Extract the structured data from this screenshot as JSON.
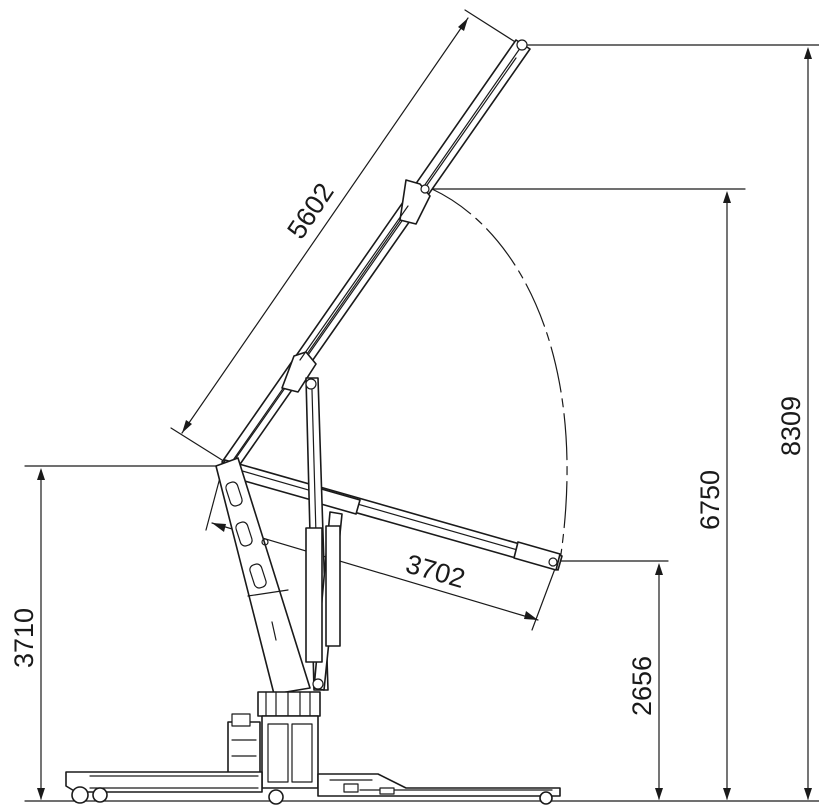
{
  "diagram": {
    "dimensions": {
      "boom_length_full": "5602",
      "boom_length_retracted": "3702",
      "pivot_height": "3710",
      "tip_height_low": "2656",
      "tip_height_mid": "6750",
      "tip_height_full": "8309"
    },
    "line_color": "#1a1a1a",
    "background": "#ffffff"
  }
}
